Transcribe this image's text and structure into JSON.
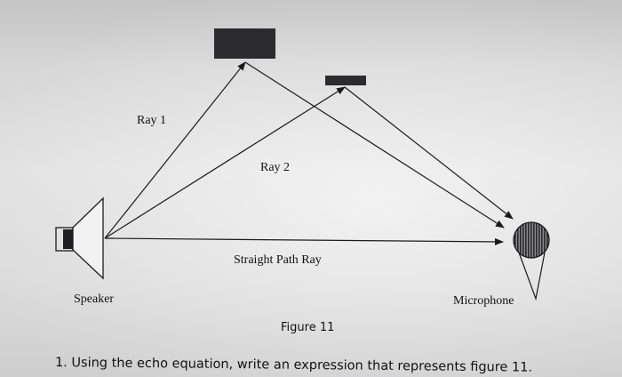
{
  "diagram": {
    "labels": {
      "ray1": "Ray 1",
      "ray2": "Ray 2",
      "straight": "Straight Path Ray",
      "speaker": "Speaker",
      "microphone": "Microphone"
    },
    "figure_caption": "Figure 11",
    "question": "1.  Using the echo equation, write an expression that represents figure 11."
  },
  "colors": {
    "ink": "#1a1a1a",
    "reflector": "#2a2a2c",
    "paper": "#e8e8e9"
  },
  "icons": [
    "speaker-icon",
    "microphone-icon",
    "reflector-block-icon"
  ]
}
